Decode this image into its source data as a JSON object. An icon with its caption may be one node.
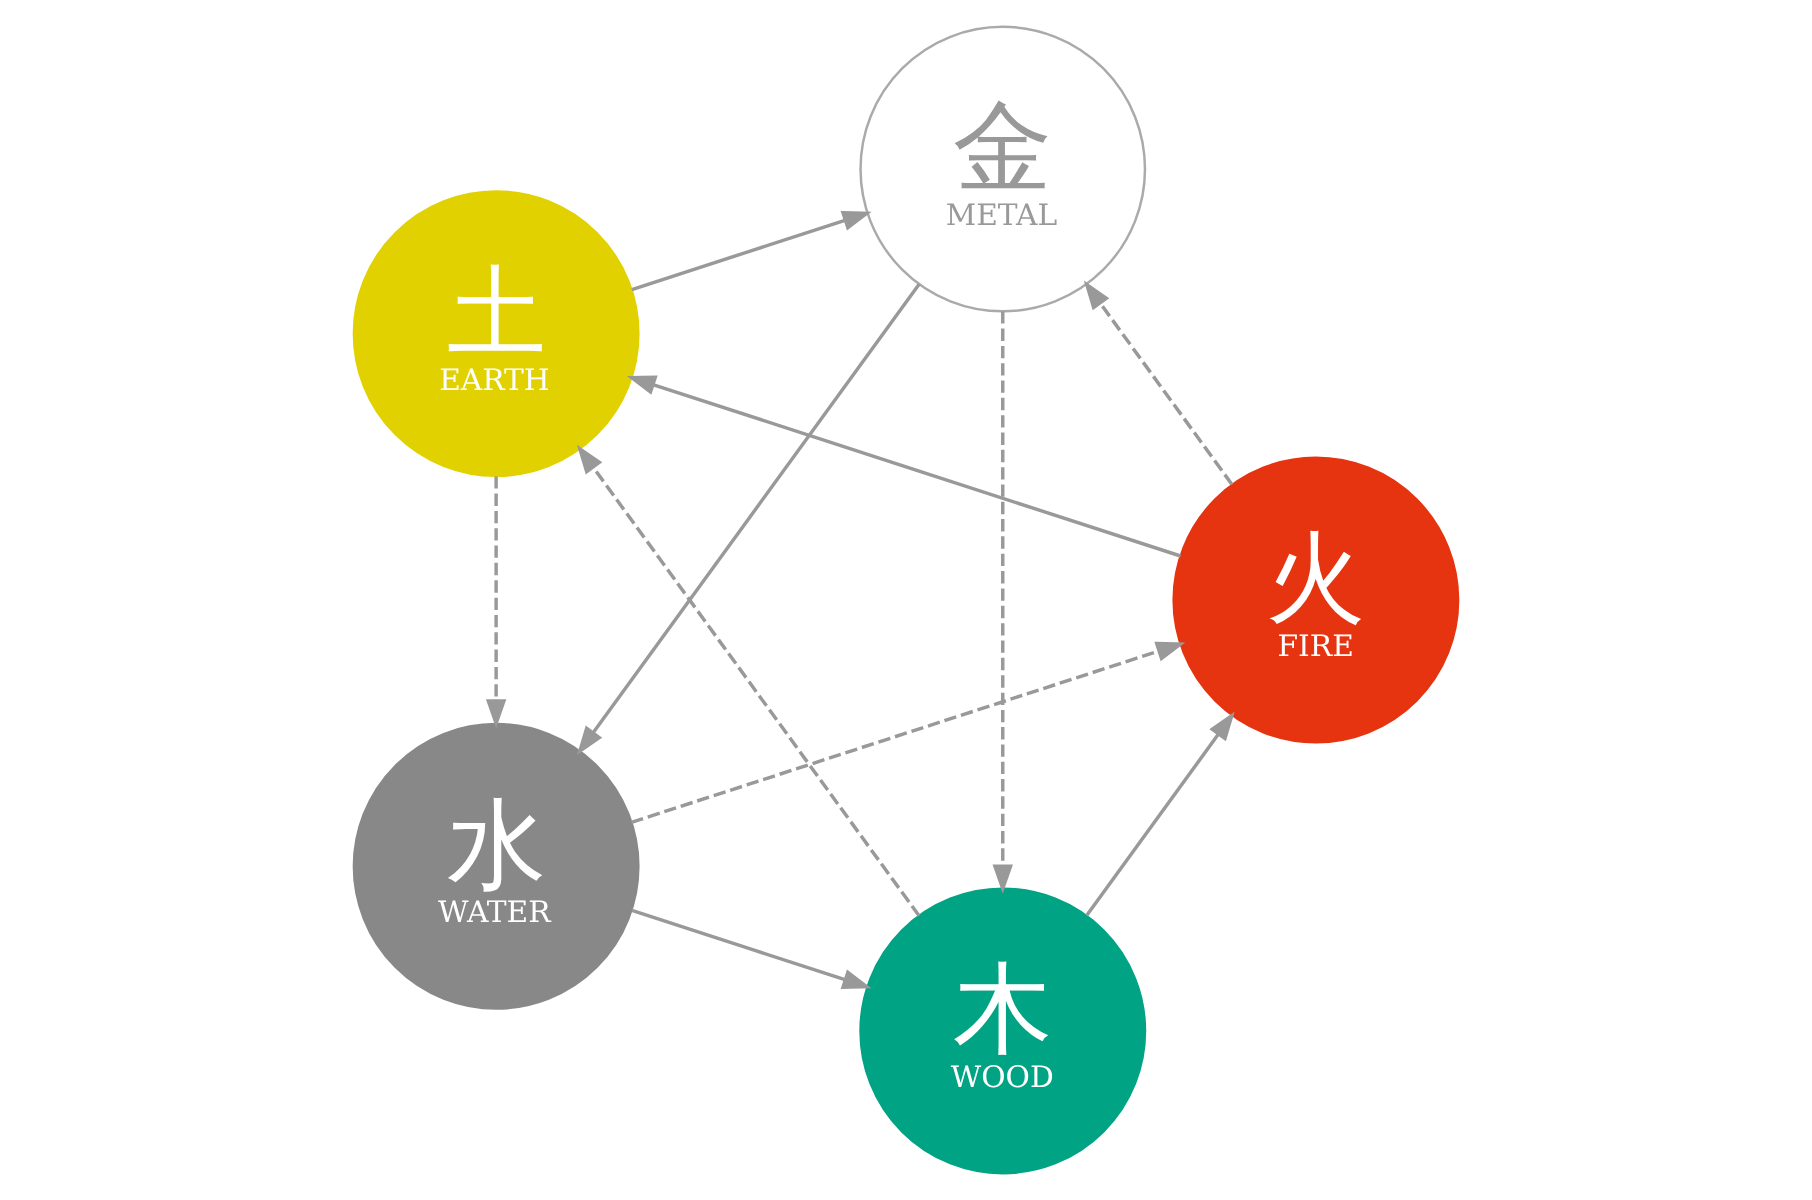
{
  "diagram": {
    "nodes": [
      {
        "text": [
          "木",
          "WOOD"
        ]
      },
      {
        "text": [
          "火",
          "FIRE"
        ]
      },
      {
        "text": [
          "土",
          "EARTH"
        ]
      },
      {
        "text": [
          "金",
          "METAL"
        ]
      },
      {
        "text": [
          "水",
          "WATER"
        ]
      }
    ],
    "edges": [
      {
        "from": 0,
        "to": 1,
        "arrow": "to"
      },
      {
        "from": 1,
        "to": 2,
        "arrow": "to"
      },
      {
        "from": 2,
        "to": 3,
        "arrow": "to"
      },
      {
        "from": 3,
        "to": 4,
        "arrow": "to"
      },
      {
        "from": 4,
        "to": 0,
        "arrow": "to"
      },
      {
        "from": 0,
        "to": 2,
        "arrow": "to",
        "style": "dashed"
      },
      {
        "from": 1,
        "to": 3,
        "arrow": "to",
        "style": "dashed"
      },
      {
        "from": 2,
        "to": 4,
        "arrow": "to",
        "style": "dashed"
      },
      {
        "from": 3,
        "to": 0,
        "arrow": "to",
        "style": "dashed"
      },
      {
        "from": 4,
        "to": 1,
        "arrow": "to",
        "style": "dashed"
      }
    ]
  }
}
